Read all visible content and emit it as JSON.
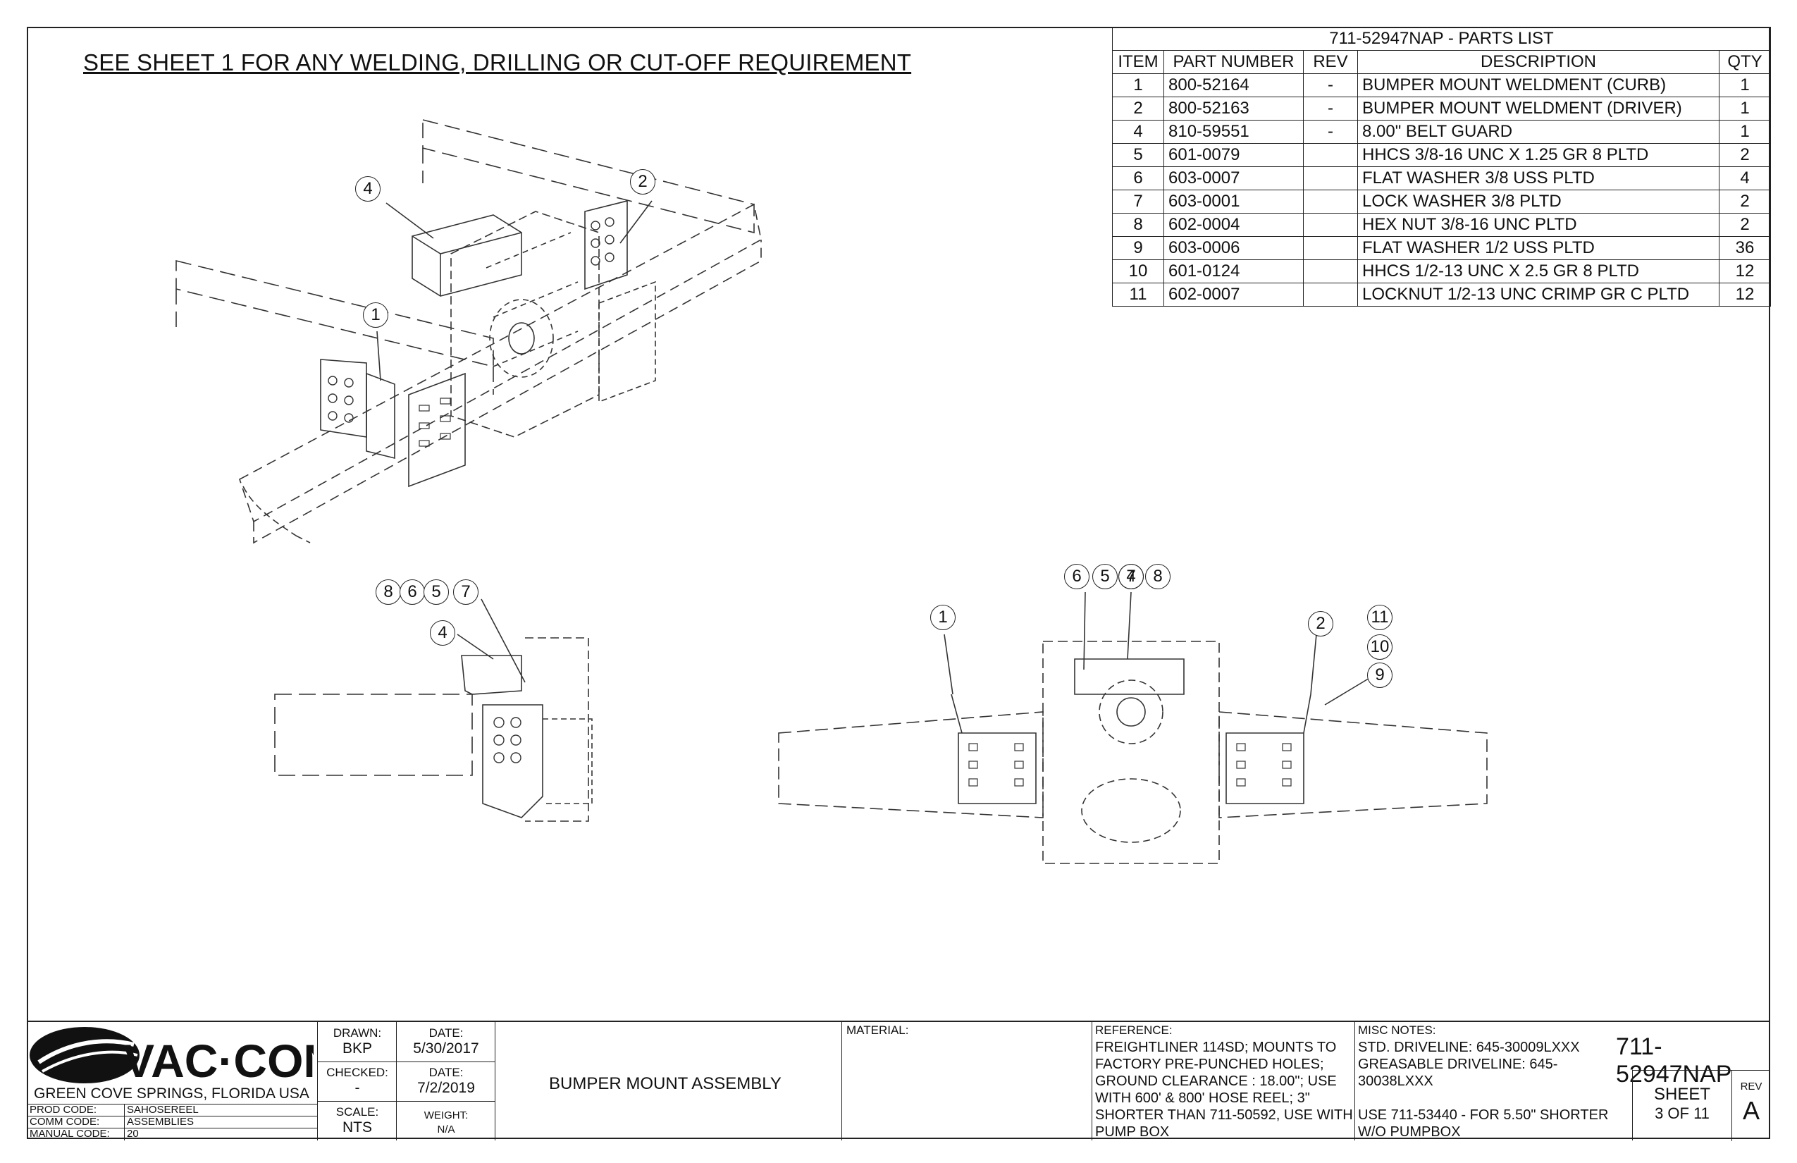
{
  "note": "SEE SHEET 1 FOR ANY WELDING, DRILLING OR CUT-OFF REQUIREMENT",
  "parts_list": {
    "title": "711-52947NAP - PARTS LIST",
    "headers": [
      "ITEM",
      "PART NUMBER",
      "REV",
      "DESCRIPTION",
      "QTY"
    ],
    "rows": [
      [
        "1",
        "800-52164",
        "-",
        "BUMPER MOUNT WELDMENT (CURB)",
        "1"
      ],
      [
        "2",
        "800-52163",
        "-",
        "BUMPER MOUNT WELDMENT (DRIVER)",
        "1"
      ],
      [
        "4",
        "810-59551",
        "-",
        "8.00\" BELT GUARD",
        "1"
      ],
      [
        "5",
        "601-0079",
        "",
        "HHCS 3/8-16 UNC X 1.25 GR 8 PLTD",
        "2"
      ],
      [
        "6",
        "603-0007",
        "",
        "FLAT WASHER 3/8 USS PLTD",
        "4"
      ],
      [
        "7",
        "603-0001",
        "",
        "LOCK WASHER 3/8 PLTD",
        "2"
      ],
      [
        "8",
        "602-0004",
        "",
        "HEX NUT 3/8-16 UNC PLTD",
        "2"
      ],
      [
        "9",
        "603-0006",
        "",
        "FLAT WASHER 1/2 USS PLTD",
        "36"
      ],
      [
        "10",
        "601-0124",
        "",
        "HHCS 1/2-13 UNC X 2.5 GR 8 PLTD",
        "12"
      ],
      [
        "11",
        "602-0007",
        "",
        "LOCKNUT 1/2-13 UNC CRIMP GR C PLTD",
        "12"
      ]
    ]
  },
  "balloons": {
    "iso": [
      "4",
      "2",
      "1"
    ],
    "side": [
      "8",
      "6",
      "5",
      "7",
      "4"
    ],
    "front": [
      "1",
      "6",
      "5",
      "4",
      "7",
      "8",
      "2",
      "11",
      "10",
      "9"
    ]
  },
  "title_block": {
    "company": "VAC·CON",
    "location": "GREEN COVE SPRINGS, FLORIDA USA",
    "prod_code_label": "PROD CODE:",
    "prod_code": "SAHOSEREEL",
    "comm_code_label": "COMM CODE:",
    "comm_code": "ASSEMBLIES",
    "manual_code_label": "MANUAL CODE:",
    "manual_code": "20",
    "drawn_label": "DRAWN:",
    "drawn": "BKP",
    "date_label": "DATE:",
    "drawn_date": "5/30/2017",
    "checked_label": "CHECKED:",
    "checked": "-",
    "checked_date_label": "DATE:",
    "checked_date": "7/2/2019",
    "scale_label": "SCALE:",
    "scale": "NTS",
    "weight_label": "WEIGHT:",
    "weight": "N/A",
    "title": "BUMPER MOUNT ASSEMBLY",
    "material_label": "MATERIAL:",
    "reference_label": "REFERENCE:",
    "reference_lines": [
      "FREIGHTLINER 114SD; MOUNTS TO",
      "FACTORY PRE-PUNCHED HOLES;",
      "GROUND CLEARANCE : 18.00\"; USE",
      "WITH 600' & 800' HOSE REEL; 3\"",
      "SHORTER THAN 711-50592, USE WITH",
      "PUMP BOX"
    ],
    "misc_label": "MISC NOTES:",
    "misc_lines": [
      "STD. DRIVELINE: 645-30009LXXX",
      "GREASABLE DRIVELINE: 645-30038LXXX",
      "",
      "USE 711-53440 - FOR 5.50\" SHORTER",
      "W/O PUMPBOX"
    ],
    "drawing_number": "711-52947NAP",
    "sheet_label": "SHEET",
    "sheet": "3  OF 11",
    "rev_label": "REV",
    "rev": "A"
  }
}
